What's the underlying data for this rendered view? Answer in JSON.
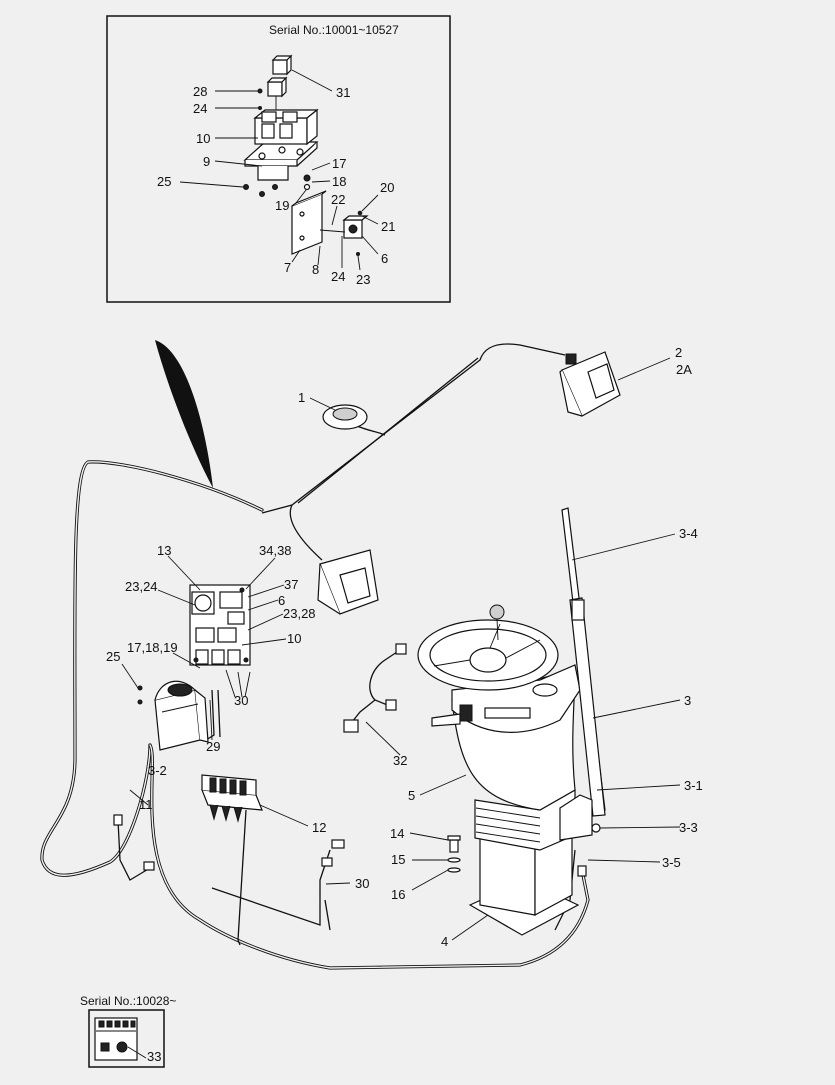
{
  "inset_top": {
    "serial": "Serial No.:10001~10527",
    "labels": {
      "c28": "28",
      "c24a": "24",
      "c10": "10",
      "c9": "9",
      "c25": "25",
      "c31": "31",
      "c17": "17",
      "c18": "18",
      "c19": "19",
      "c20": "20",
      "c22": "22",
      "c21": "21",
      "c6": "6",
      "c7": "7",
      "c8": "8",
      "c24b": "24",
      "c23": "23"
    }
  },
  "main": {
    "labels": {
      "c1": "1",
      "c2": "2",
      "c2a": "2A",
      "c13": "13",
      "c3438": "34,38",
      "c2324": "23,24",
      "c37": "37",
      "c6": "6",
      "c2328": "23,28",
      "c10": "10",
      "c171819": "17,18,19",
      "c25": "25",
      "c30a": "30",
      "c29": "29",
      "c32": "32",
      "c3_2": "3-2",
      "c11": "11",
      "c12": "12",
      "c30b": "30",
      "c3_4": "3-4",
      "c3": "3",
      "c3_1": "3-1",
      "c3_3": "3-3",
      "c3_5": "3-5",
      "c5": "5",
      "c14": "14",
      "c15": "15",
      "c16": "16",
      "c4": "4"
    }
  },
  "inset_bottom": {
    "serial": "Serial No.:10028~",
    "labels": {
      "c33": "33"
    }
  }
}
